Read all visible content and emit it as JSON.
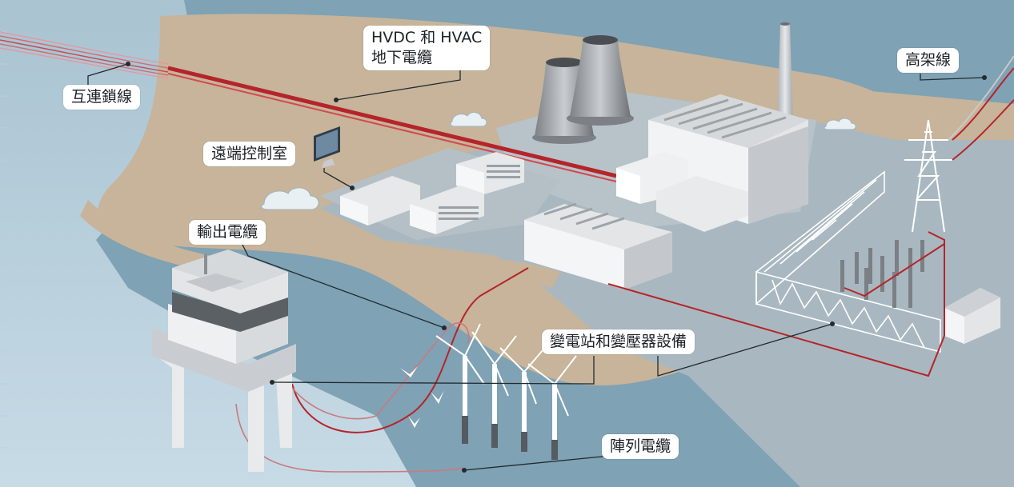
{
  "labels": {
    "interconnector_cable": "互連鎖線",
    "hvdc_hvac_line1": "HVDC 和 HVAC",
    "hvdc_hvac_line2": "地下電纜",
    "remote_control_room": "遠端控制室",
    "export_cable": "輸出電纜",
    "overhead_line": "高架線",
    "substation_transformer": "變電站和變壓器設備",
    "array_cable": "陣列電纜"
  },
  "colors": {
    "sea": "#9ab8c8",
    "deep_sea": "#7fa2b4",
    "land": "#c7b49a",
    "industrial": "#a9b8c0",
    "cable": "#b5242a",
    "building": "#e3e5e7"
  }
}
